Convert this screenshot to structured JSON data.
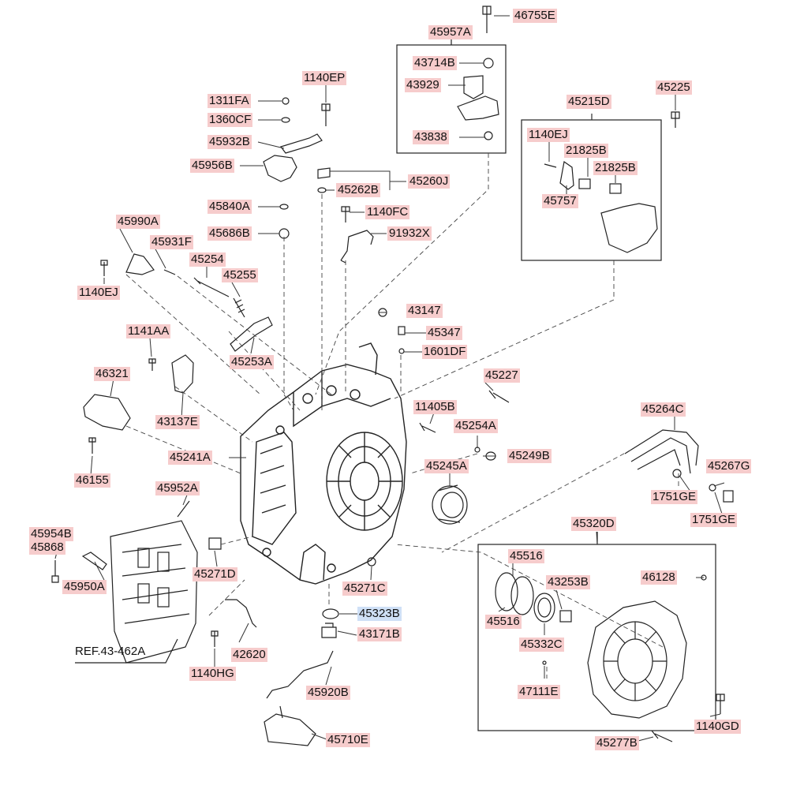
{
  "colors": {
    "label_bg": "#f6cccc",
    "selected_label_bg": "#cfe0f6",
    "line": "#333333",
    "box": "#222222"
  },
  "selected_part": "45323B",
  "reference": "REF.43-462A",
  "parts": {
    "p46755E": "46755E",
    "p45957A": "45957A",
    "p43714B": "43714B",
    "p43929": "43929",
    "p43838": "43838",
    "p1140EP": "1140EP",
    "p1311FA": "1311FA",
    "p1360CF": "1360CF",
    "p45932B": "45932B",
    "p45956B": "45956B",
    "p45260J": "45260J",
    "p45262B": "45262B",
    "p45840A": "45840A",
    "p1140FC": "1140FC",
    "p45686B": "45686B",
    "p91932X": "91932X",
    "p45215D": "45215D",
    "p45225": "45225",
    "p1140EJ_a": "1140EJ",
    "p21825B_a": "21825B",
    "p21825B_b": "21825B",
    "p45757": "45757",
    "p45990A": "45990A",
    "p45931F": "45931F",
    "p45254": "45254",
    "p45255": "45255",
    "p1140EJ_b": "1140EJ",
    "p43147": "43147",
    "p45347": "45347",
    "p1601DF": "1601DF",
    "p45253A": "45253A",
    "p1141AA": "1141AA",
    "p46321": "46321",
    "p45227": "45227",
    "p43137E": "43137E",
    "p11405B": "11405B",
    "p45264C": "45264C",
    "p45254A": "45254A",
    "p45249B": "45249B",
    "p45241A": "45241A",
    "p45245A": "45245A",
    "p45267G": "45267G",
    "p46155": "46155",
    "p45952A": "45952A",
    "p1751GE_a": "1751GE",
    "p1751GE_b": "1751GE",
    "p45320D": "45320D",
    "p45954B": "45954B",
    "p45868": "45868",
    "p45516_a": "45516",
    "p43253B": "43253B",
    "p46128": "46128",
    "p45271D": "45271D",
    "p45271C": "45271C",
    "p45950A": "45950A",
    "p45516_b": "45516",
    "p45323B": "45323B",
    "p43171B": "43171B",
    "p45332C": "45332C",
    "p42620": "42620",
    "p1140HG": "1140HG",
    "p47111E": "47111E",
    "p45920B": "45920B",
    "p1140GD": "1140GD",
    "p45710E": "45710E",
    "p45277B": "45277B"
  }
}
